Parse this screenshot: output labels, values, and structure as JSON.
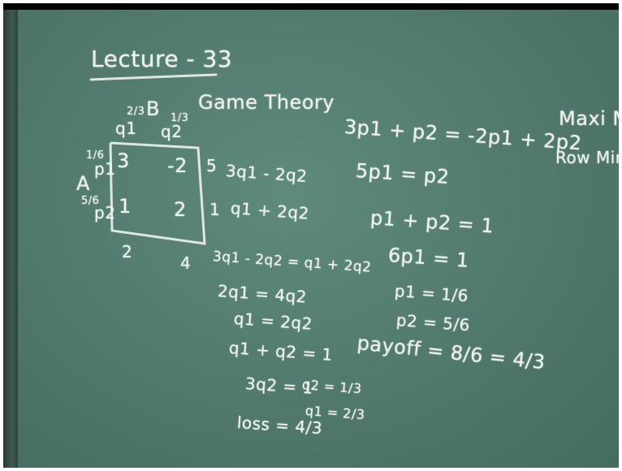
{
  "lecture_title": "Lecture - 33",
  "topic": "Game Theory",
  "matrix": {
    "player_row": "A",
    "player_col": "B",
    "col_header_1": "q1",
    "col_header_2": "q2",
    "col_prob_1": "2/3",
    "col_prob_2": "1/3",
    "row_prob_1": "1/6",
    "row_header_1": "p1",
    "row_prob_2": "5/6",
    "row_header_2": "p2",
    "cell_11": "3",
    "cell_12": "-2",
    "cell_21": "1",
    "cell_22": "2",
    "row_diff_1": "5",
    "row_diff_2": "1",
    "col_diff_1": "2",
    "col_diff_2": "4"
  },
  "col_player_work": [
    "3q1 - 2q2",
    "q1 + 2q2",
    "3q1 - 2q2 = q1 + 2q2",
    "2q1 = 4q2",
    "q1 = 2q2",
    "q1 + q2 = 1",
    "3q2 = 1",
    "q2 = 1/3",
    "q1 = 2/3",
    "loss = 4/3"
  ],
  "row_player_work": [
    "3p1 + p2 = -2p1 + 2p2",
    "5p1 = p2",
    "p1 + p2 = 1",
    "6p1 = 1",
    "p1 = 1/6",
    "p2 = 5/6",
    "payoff = 8/6 = 4/3"
  ],
  "right_edge": {
    "line1": "Maxi M",
    "line2": "Row Min"
  }
}
